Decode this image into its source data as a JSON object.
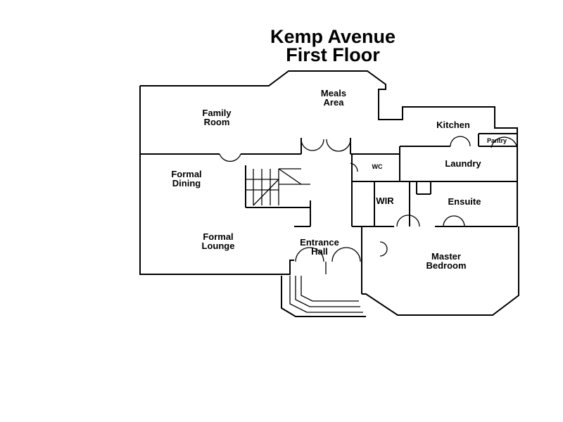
{
  "title": {
    "line1": "Kemp Avenue",
    "line2": "First Floor"
  },
  "rooms": {
    "meals_area": [
      "Meals",
      "Area"
    ],
    "family_room": [
      "Family",
      "Room"
    ],
    "kitchen": "Kitchen",
    "pantry": "Pantry",
    "laundry": "Laundry",
    "wc": "WC",
    "formal_dining": [
      "Formal",
      "Dining"
    ],
    "wir": "WIR",
    "ensuite": "Ensuite",
    "formal_lounge": [
      "Formal",
      "Lounge"
    ],
    "entrance_hall": [
      "Entrance",
      "Hall"
    ],
    "master_bedroom": [
      "Master",
      "Bedroom"
    ]
  }
}
